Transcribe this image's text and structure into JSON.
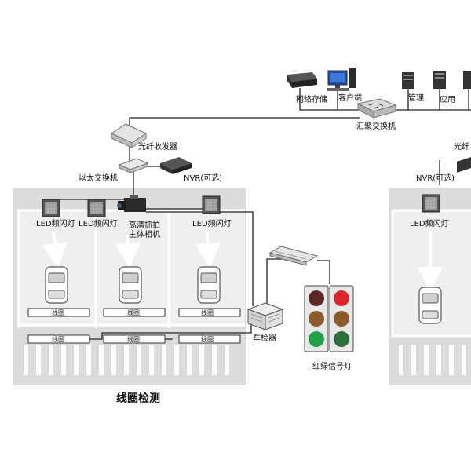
{
  "network": {
    "storage": "网络存储",
    "client": "客户端",
    "manage": "管理",
    "app": "应用",
    "core_switch": "汇聚交换机",
    "transceiver_left": "光纤收发器",
    "transceiver_right": "光纤",
    "eth_switch": "以太交换机",
    "nvr_left": "NVR(可选)",
    "nvr_right": "NVR(可选)"
  },
  "left_site": {
    "led_1": "LED频闪灯",
    "led_2": "LED频闪灯",
    "led_3": "LED频闪灯",
    "camera_line1": "高清抓拍",
    "camera_line2": "主体相机",
    "coil_upper_1": "线圈",
    "coil_upper_2": "线圈",
    "coil_upper_3": "线圈",
    "coil_lower_1": "线圈",
    "coil_lower_2": "线圈",
    "coil_lower_3": "线圈",
    "detector": "车检器",
    "traffic_light": "红绿信号灯",
    "caption": "线圈检测"
  },
  "right_site": {
    "led": "LED频闪灯"
  },
  "colors": {
    "road": "#dcdcdc",
    "panel": "#f2f2f2",
    "device": "#3a3a3a",
    "light_red": "#d8262e",
    "light_amber": "#8a5a2b",
    "light_green": "#23a04a",
    "light_off_red": "#5b2a22"
  },
  "icons": [
    "server-icon",
    "computer-icon",
    "switch-icon",
    "led-light-icon",
    "camera-icon",
    "car-icon",
    "detector-icon",
    "traffic-light-icon"
  ]
}
